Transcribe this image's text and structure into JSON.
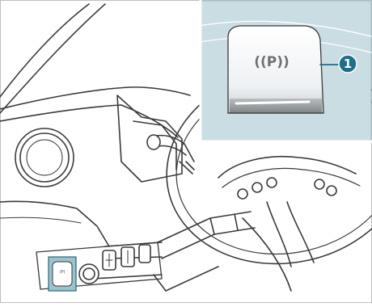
{
  "figure": {
    "callout": {
      "number": "1"
    },
    "button": {
      "symbol_text": "((P))",
      "mini_symbol_text": "(P)"
    },
    "icons": [
      "electric-parking-brake-icon",
      "steering-wheel-icon",
      "air-vent-icon",
      "start-stop-button-icon"
    ],
    "colors": {
      "inset_fill": "#c9dde2",
      "highlight_fill": "#9dc2cc",
      "callout_fill": "#1f6f8b",
      "line_color": "#3a3a3a"
    }
  }
}
